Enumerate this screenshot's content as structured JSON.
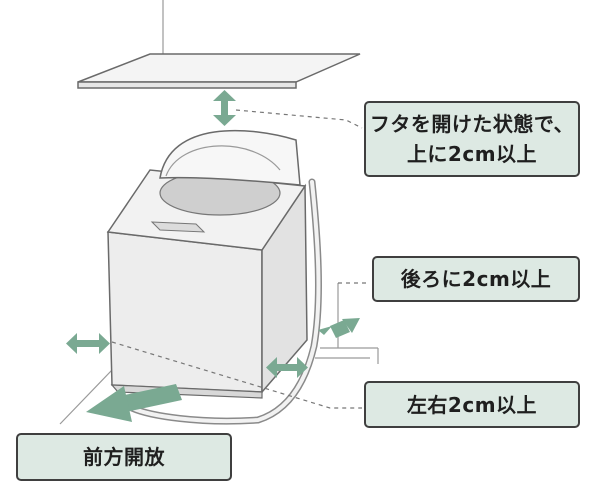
{
  "labels": {
    "top_line1": "フタを開けた状態で、",
    "top_line2": "上に2cm以上",
    "back": "後ろに2cm以上",
    "sides": "左右2cm以上",
    "front": "前方開放"
  },
  "colors": {
    "label_fill": "#dde9e3",
    "label_border": "#3f3f3f",
    "arrow": "#7aa992",
    "line": "#888888",
    "machine_fill": "#ededed"
  }
}
